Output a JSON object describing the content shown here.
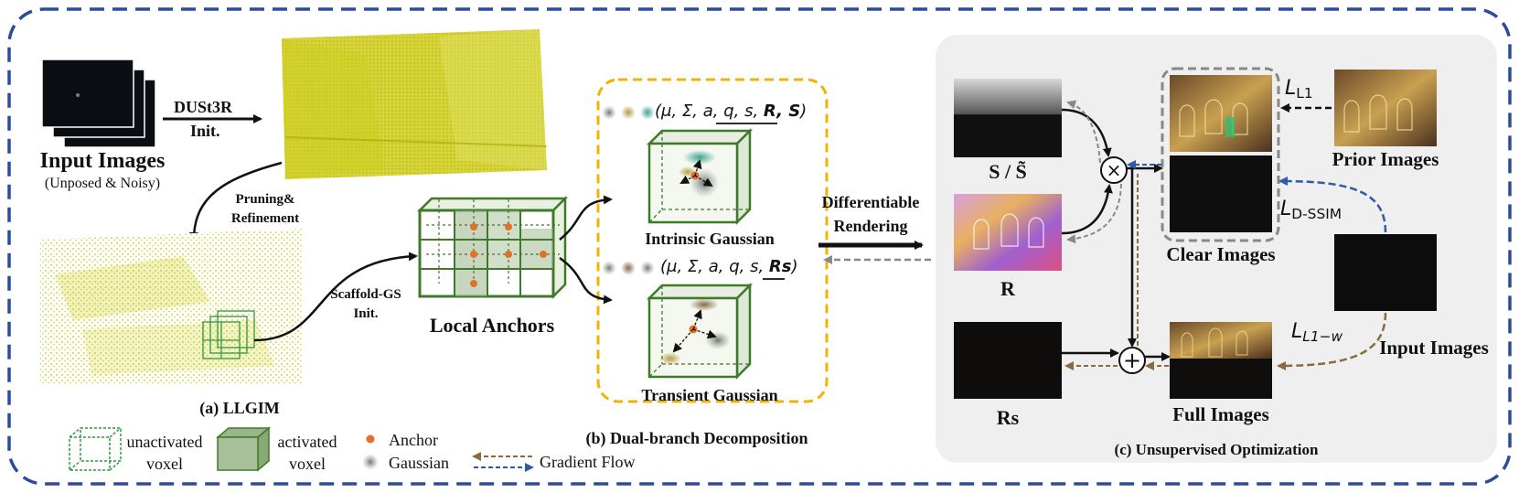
{
  "inputs": {
    "dust3r_line1": "DUSt3R",
    "dust3r_line2": "Init.",
    "input_title": "Input Images",
    "input_sub": "(Unposed & Noisy)",
    "pruning_line1": "Pruning&",
    "pruning_line2": "Refinement",
    "scaffold_line1": "Scaffold-GS",
    "scaffold_line2": "Init.",
    "local_anchors": "Local Anchors",
    "llgim_caption": "(a) LLGIM"
  },
  "branch": {
    "intrinsic_params_prefix": "(μ, Σ, a, q, s, ",
    "intrinsic_params_bold": "R, S",
    "intrinsic_params_suffix": ")",
    "intrinsic_label": "Intrinsic Gaussian",
    "transient_params_prefix": "(μ, Σ, a, q, s, ",
    "transient_params_bold": "Rs",
    "transient_params_suffix": ")",
    "transient_label": "Transient Gaussian",
    "caption": "(b) Dual-branch Decomposition"
  },
  "rendering": {
    "line1": "Differentiable",
    "line2": "Rendering"
  },
  "optimization": {
    "s_label": "S / S̃",
    "r_label": "R",
    "rs_label": "Rs",
    "multiply_symbol": "×",
    "plus_symbol": "+",
    "clear_images": "Clear Images",
    "full_images": "Full Images",
    "prior_images": "Prior Images",
    "input_images": "Input Images",
    "loss_l1": "L",
    "loss_l1_sub": "L1",
    "loss_dssim": "L",
    "loss_dssim_sub": "D-SSIM",
    "loss_l1w": "L",
    "loss_l1w_sub": "L1−w",
    "caption": "(c) Unsupervised Optimization"
  },
  "legend": {
    "unactivated_line1": "unactivated",
    "unactivated_line2": "voxel",
    "activated_line1": "activated",
    "activated_line2": "voxel",
    "anchor": "Anchor",
    "gaussian": "Gaussian",
    "gradient_flow": "Gradient Flow"
  },
  "colors": {
    "outer_border": "#2b4c9b",
    "branch_border": "#f0b400",
    "panel_bg": "#efefef",
    "voxel_green": "#3f7a2a",
    "pointcloud": "#c9c800",
    "anchor": "#e0702a",
    "gradient_brown": "#8b6b3d",
    "gradient_blue": "#2f5aa8"
  },
  "icons": [
    "cube-icon",
    "anchor-dot-icon",
    "gaussian-blob-icon",
    "multiply-icon",
    "plus-icon"
  ]
}
